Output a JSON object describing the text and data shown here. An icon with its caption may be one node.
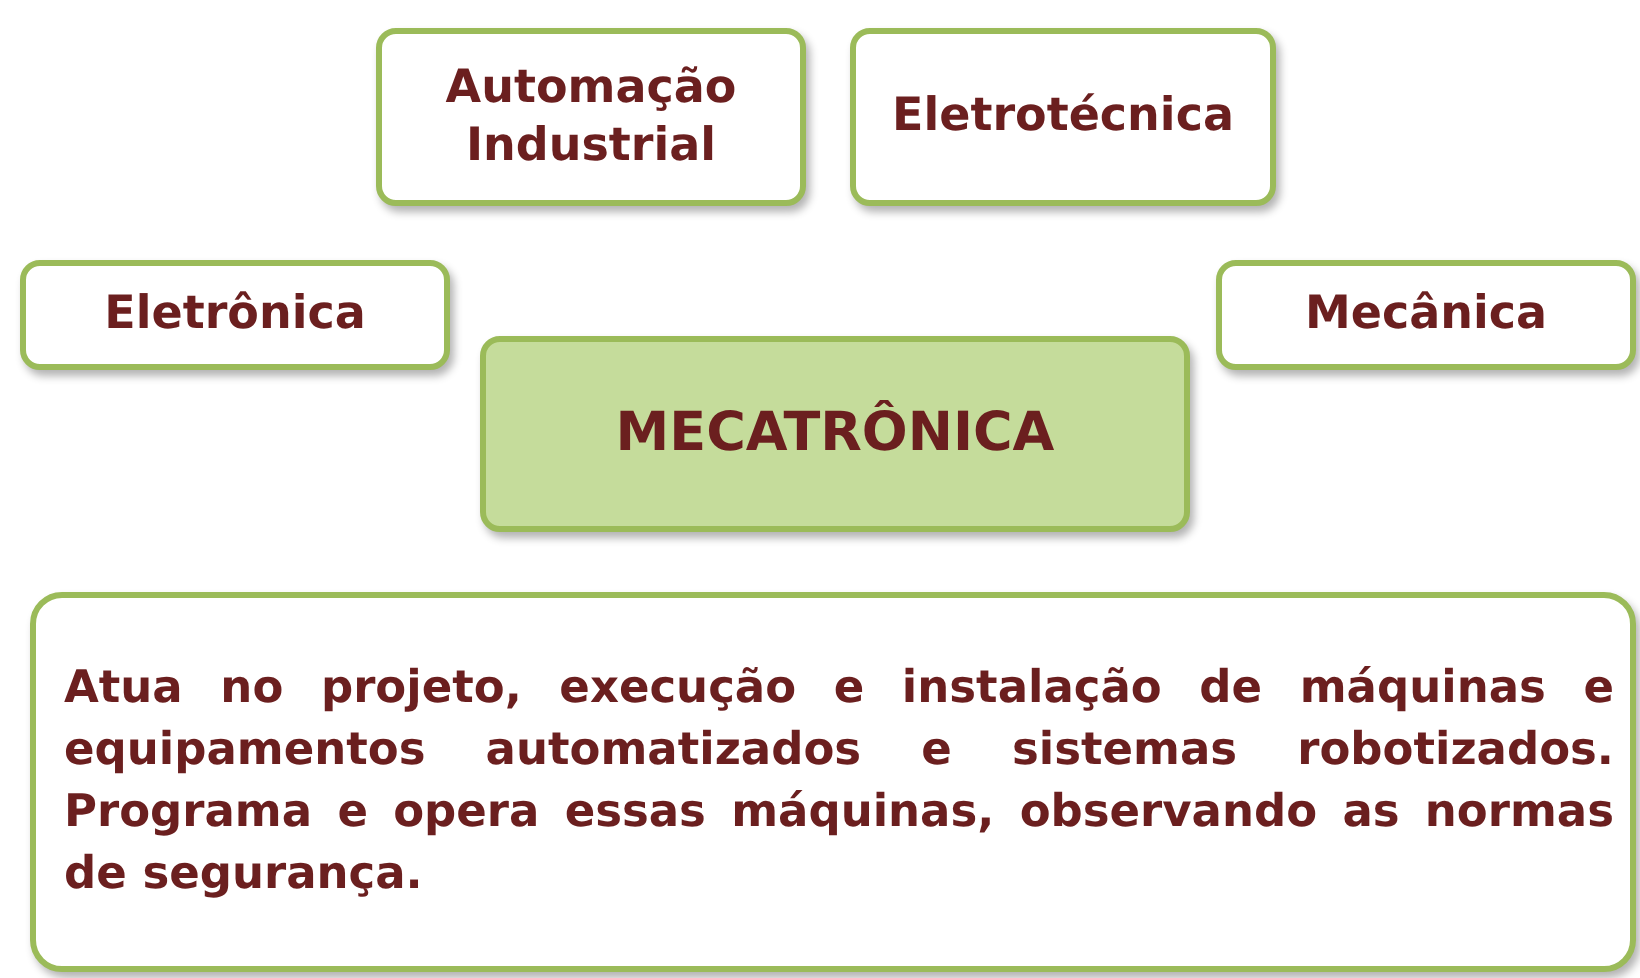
{
  "diagram": {
    "nodes": [
      {
        "text": [
          "Automação Industrial"
        ]
      },
      {
        "text": [
          "Eletrotécnica"
        ]
      },
      {
        "text": [
          "Eletrônica"
        ]
      },
      {
        "text": [
          "Mecânica"
        ]
      },
      {
        "text": [
          "MECATRÔNICA"
        ]
      },
      {
        "text": [
          "Atua no projeto, execução e instalação de máquinas e equipamentos automatizados e sistemas robotizados. Programa e opera essas máquinas, observando as normas de segurança."
        ]
      }
    ]
  }
}
